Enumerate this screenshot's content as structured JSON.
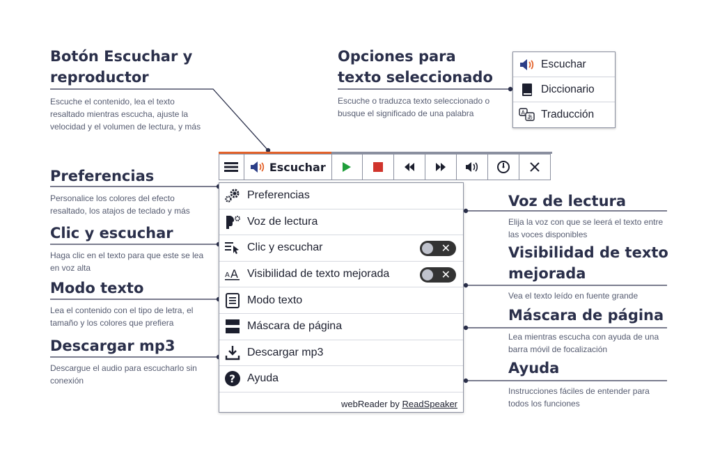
{
  "annotations": {
    "listen": {
      "title_1": "Botón Escuchar y",
      "title_2": "reproductor",
      "desc": "Escuche el contenido, lea el texto resaltado mientras escucha, ajuste la velocidad y el volumen de lectura, y más"
    },
    "selected": {
      "title_1": "Opciones para",
      "title_2": "texto seleccionado",
      "desc": "Escuche o traduzca texto seleccionado o busque el significado de una palabra"
    },
    "preferences": {
      "title": "Preferencias",
      "desc": "Personalice los colores del efecto resaltado, los atajos de teclado y más"
    },
    "click_listen": {
      "title": "Clic y escuchar",
      "desc": "Haga clic en el texto para que este se lea en voz alta"
    },
    "text_mode": {
      "title": "Modo texto",
      "desc": "Lea el contenido con el tipo de letra, el tamaño y los colores que prefiera"
    },
    "download": {
      "title": "Descargar mp3",
      "desc": "Descargue el audio para escucharlo sin conexión"
    },
    "voice": {
      "title": "Voz de lectura",
      "desc": "Elija la voz con que se leerá el texto entre las voces disponibles"
    },
    "visibility": {
      "title_1": "Visibilidad de texto",
      "title_2": "mejorada",
      "desc": "Vea el texto leído en fuente grande"
    },
    "mask": {
      "title": "Máscara de página",
      "desc": "Lea mientras escucha con ayuda de una barra móvil de focalización"
    },
    "help": {
      "title": "Ayuda",
      "desc": "Instrucciones fáciles de entender para todos los funciones"
    }
  },
  "popup": [
    {
      "label": "Escuchar",
      "icon": "speaker-icon"
    },
    {
      "label": "Diccionario",
      "icon": "book-icon"
    },
    {
      "label": "Traducción",
      "icon": "translate-icon"
    }
  ],
  "toolbar": {
    "listen_label": "Escuchar",
    "accent": "#e3622a"
  },
  "menu": [
    {
      "label": "Preferencias",
      "icon": "gears-icon"
    },
    {
      "label": "Voz de lectura",
      "icon": "voice-icon"
    },
    {
      "label": "Clic y escuchar",
      "icon": "click-listen-icon",
      "toggle": "off"
    },
    {
      "label": "Visibilidad de texto mejorada",
      "icon": "text-size-icon",
      "toggle": "off"
    },
    {
      "label": "Modo texto",
      "icon": "text-mode-icon"
    },
    {
      "label": "Máscara de página",
      "icon": "page-mask-icon"
    },
    {
      "label": "Descargar mp3",
      "icon": "download-icon"
    },
    {
      "label": "Ayuda",
      "icon": "help-icon"
    }
  ],
  "footer": {
    "prefix": "webReader by",
    "brand": "ReadSpeaker"
  }
}
